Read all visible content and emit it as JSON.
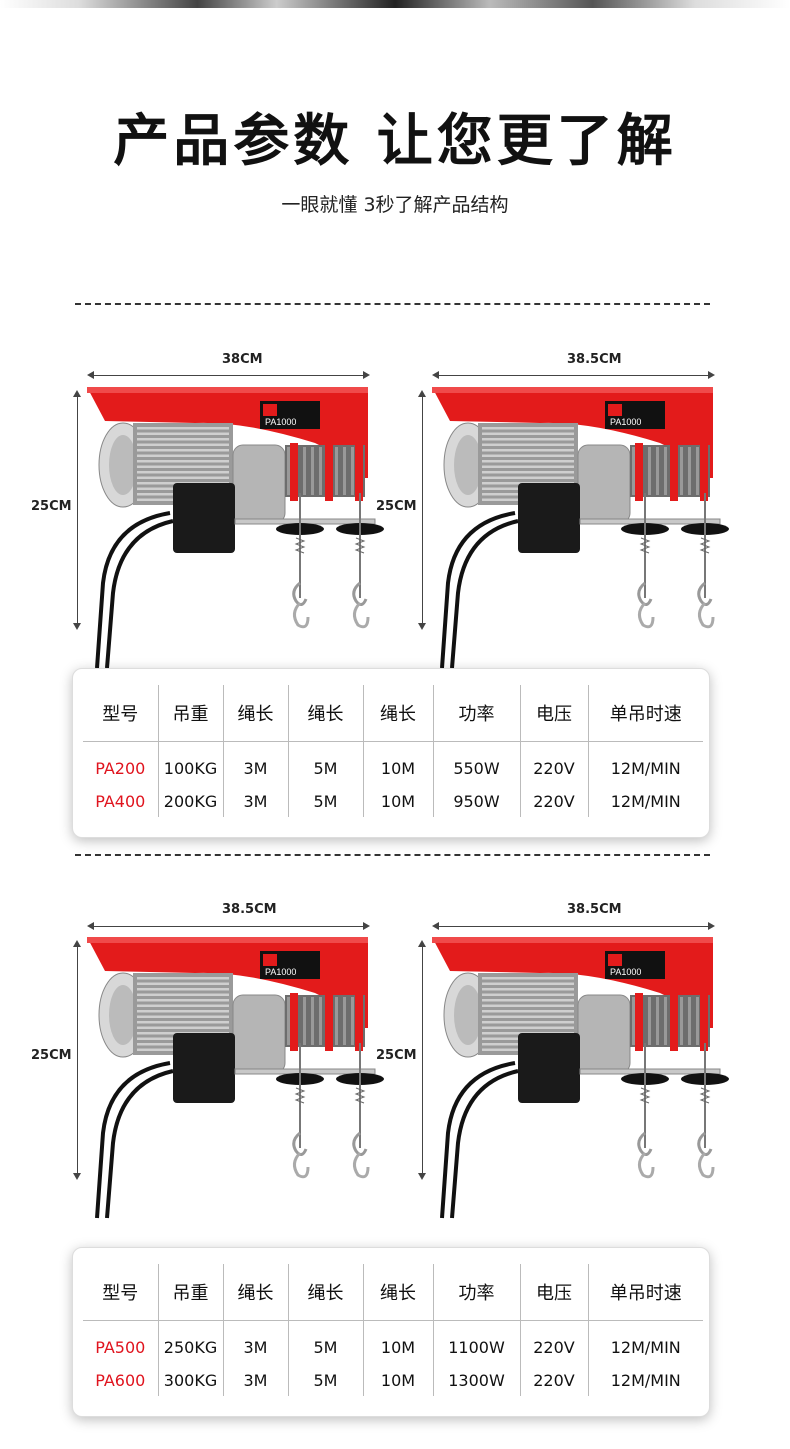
{
  "header": {
    "title": "产品参数 让您更了解",
    "subtitle": "一眼就懂 3秒了解产品结构"
  },
  "colors": {
    "accent_red": "#e0141e",
    "hoist_red": "#e31b1b"
  },
  "products": [
    {
      "width": "38CM",
      "height": "25CM",
      "label": "PA1000"
    },
    {
      "width": "38.5CM",
      "height": "25CM",
      "label": "PA1000"
    },
    {
      "width": "38.5CM",
      "height": "25CM",
      "label": "PA1000"
    },
    {
      "width": "38.5CM",
      "height": "25CM",
      "label": "PA1000"
    }
  ],
  "spec_tables": [
    {
      "headers": [
        "型号",
        "吊重",
        "绳长",
        "绳长",
        "绳长",
        "功率",
        "电压",
        "单吊时速"
      ],
      "rows": [
        [
          "PA200",
          "100KG",
          "3M",
          "5M",
          "10M",
          "550W",
          "220V",
          "12M/MIN"
        ],
        [
          "PA400",
          "200KG",
          "3M",
          "5M",
          "10M",
          "950W",
          "220V",
          "12M/MIN"
        ]
      ]
    },
    {
      "headers": [
        "型号",
        "吊重",
        "绳长",
        "绳长",
        "绳长",
        "功率",
        "电压",
        "单吊时速"
      ],
      "rows": [
        [
          "PA500",
          "250KG",
          "3M",
          "5M",
          "10M",
          "1100W",
          "220V",
          "12M/MIN"
        ],
        [
          "PA600",
          "300KG",
          "3M",
          "5M",
          "10M",
          "1300W",
          "220V",
          "12M/MIN"
        ]
      ]
    }
  ]
}
